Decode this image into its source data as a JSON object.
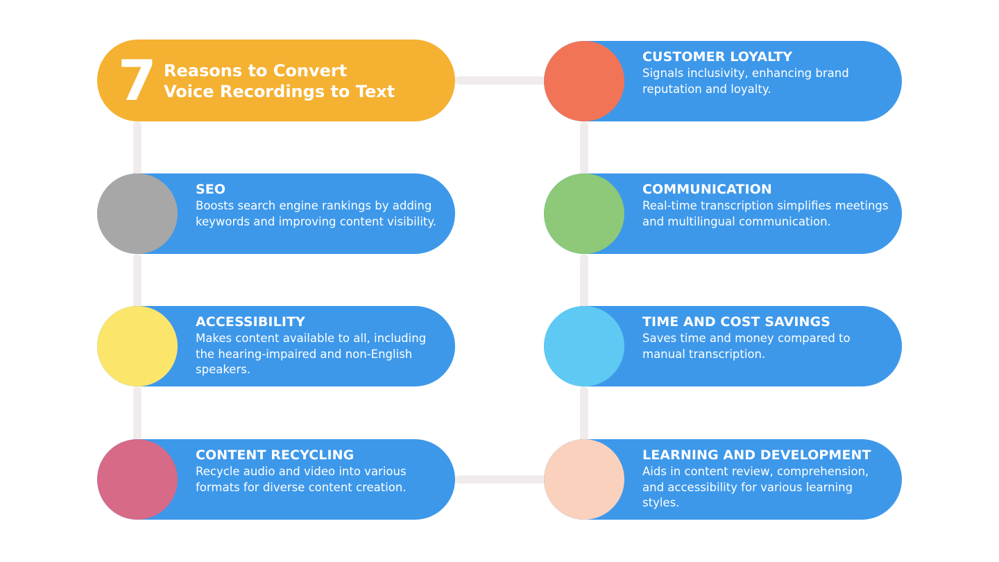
{
  "title": {
    "number": "7",
    "line1": "Reasons to Convert",
    "line2": "Voice Recordings to Text"
  },
  "colors": {
    "pill": "#3d98ea",
    "title_pill": "#f5b131",
    "connector": "#f0ecec"
  },
  "items": [
    {
      "heading": "SEO",
      "description": "Boosts search engine rankings by adding keywords and improving content visibility.",
      "color": "#a7a7a7"
    },
    {
      "heading": "ACCESSIBILITY",
      "description": "Makes content available to all, including the hearing-impaired and non-English speakers.",
      "color": "#fce56b"
    },
    {
      "heading": "CONTENT RECYCLING",
      "description": "Recycle audio and video into various formats for diverse content creation.",
      "color": "#d66a87"
    },
    {
      "heading": "CUSTOMER LOYALTY",
      "description": "Signals inclusivity, enhancing brand reputation and loyalty.",
      "color": "#f27456"
    },
    {
      "heading": "COMMUNICATION",
      "description": "Real-time transcription simplifies meetings and multilingual communication.",
      "color": "#8dc978"
    },
    {
      "heading": "TIME AND COST SAVINGS",
      "description": "Saves time and money compared to manual transcription.",
      "color": "#5ecaf3"
    },
    {
      "heading": "LEARNING AND DEVELOPMENT",
      "description": "Aids in content review, comprehension, and accessibility for various learning styles.",
      "color": "#fad1bd"
    }
  ]
}
